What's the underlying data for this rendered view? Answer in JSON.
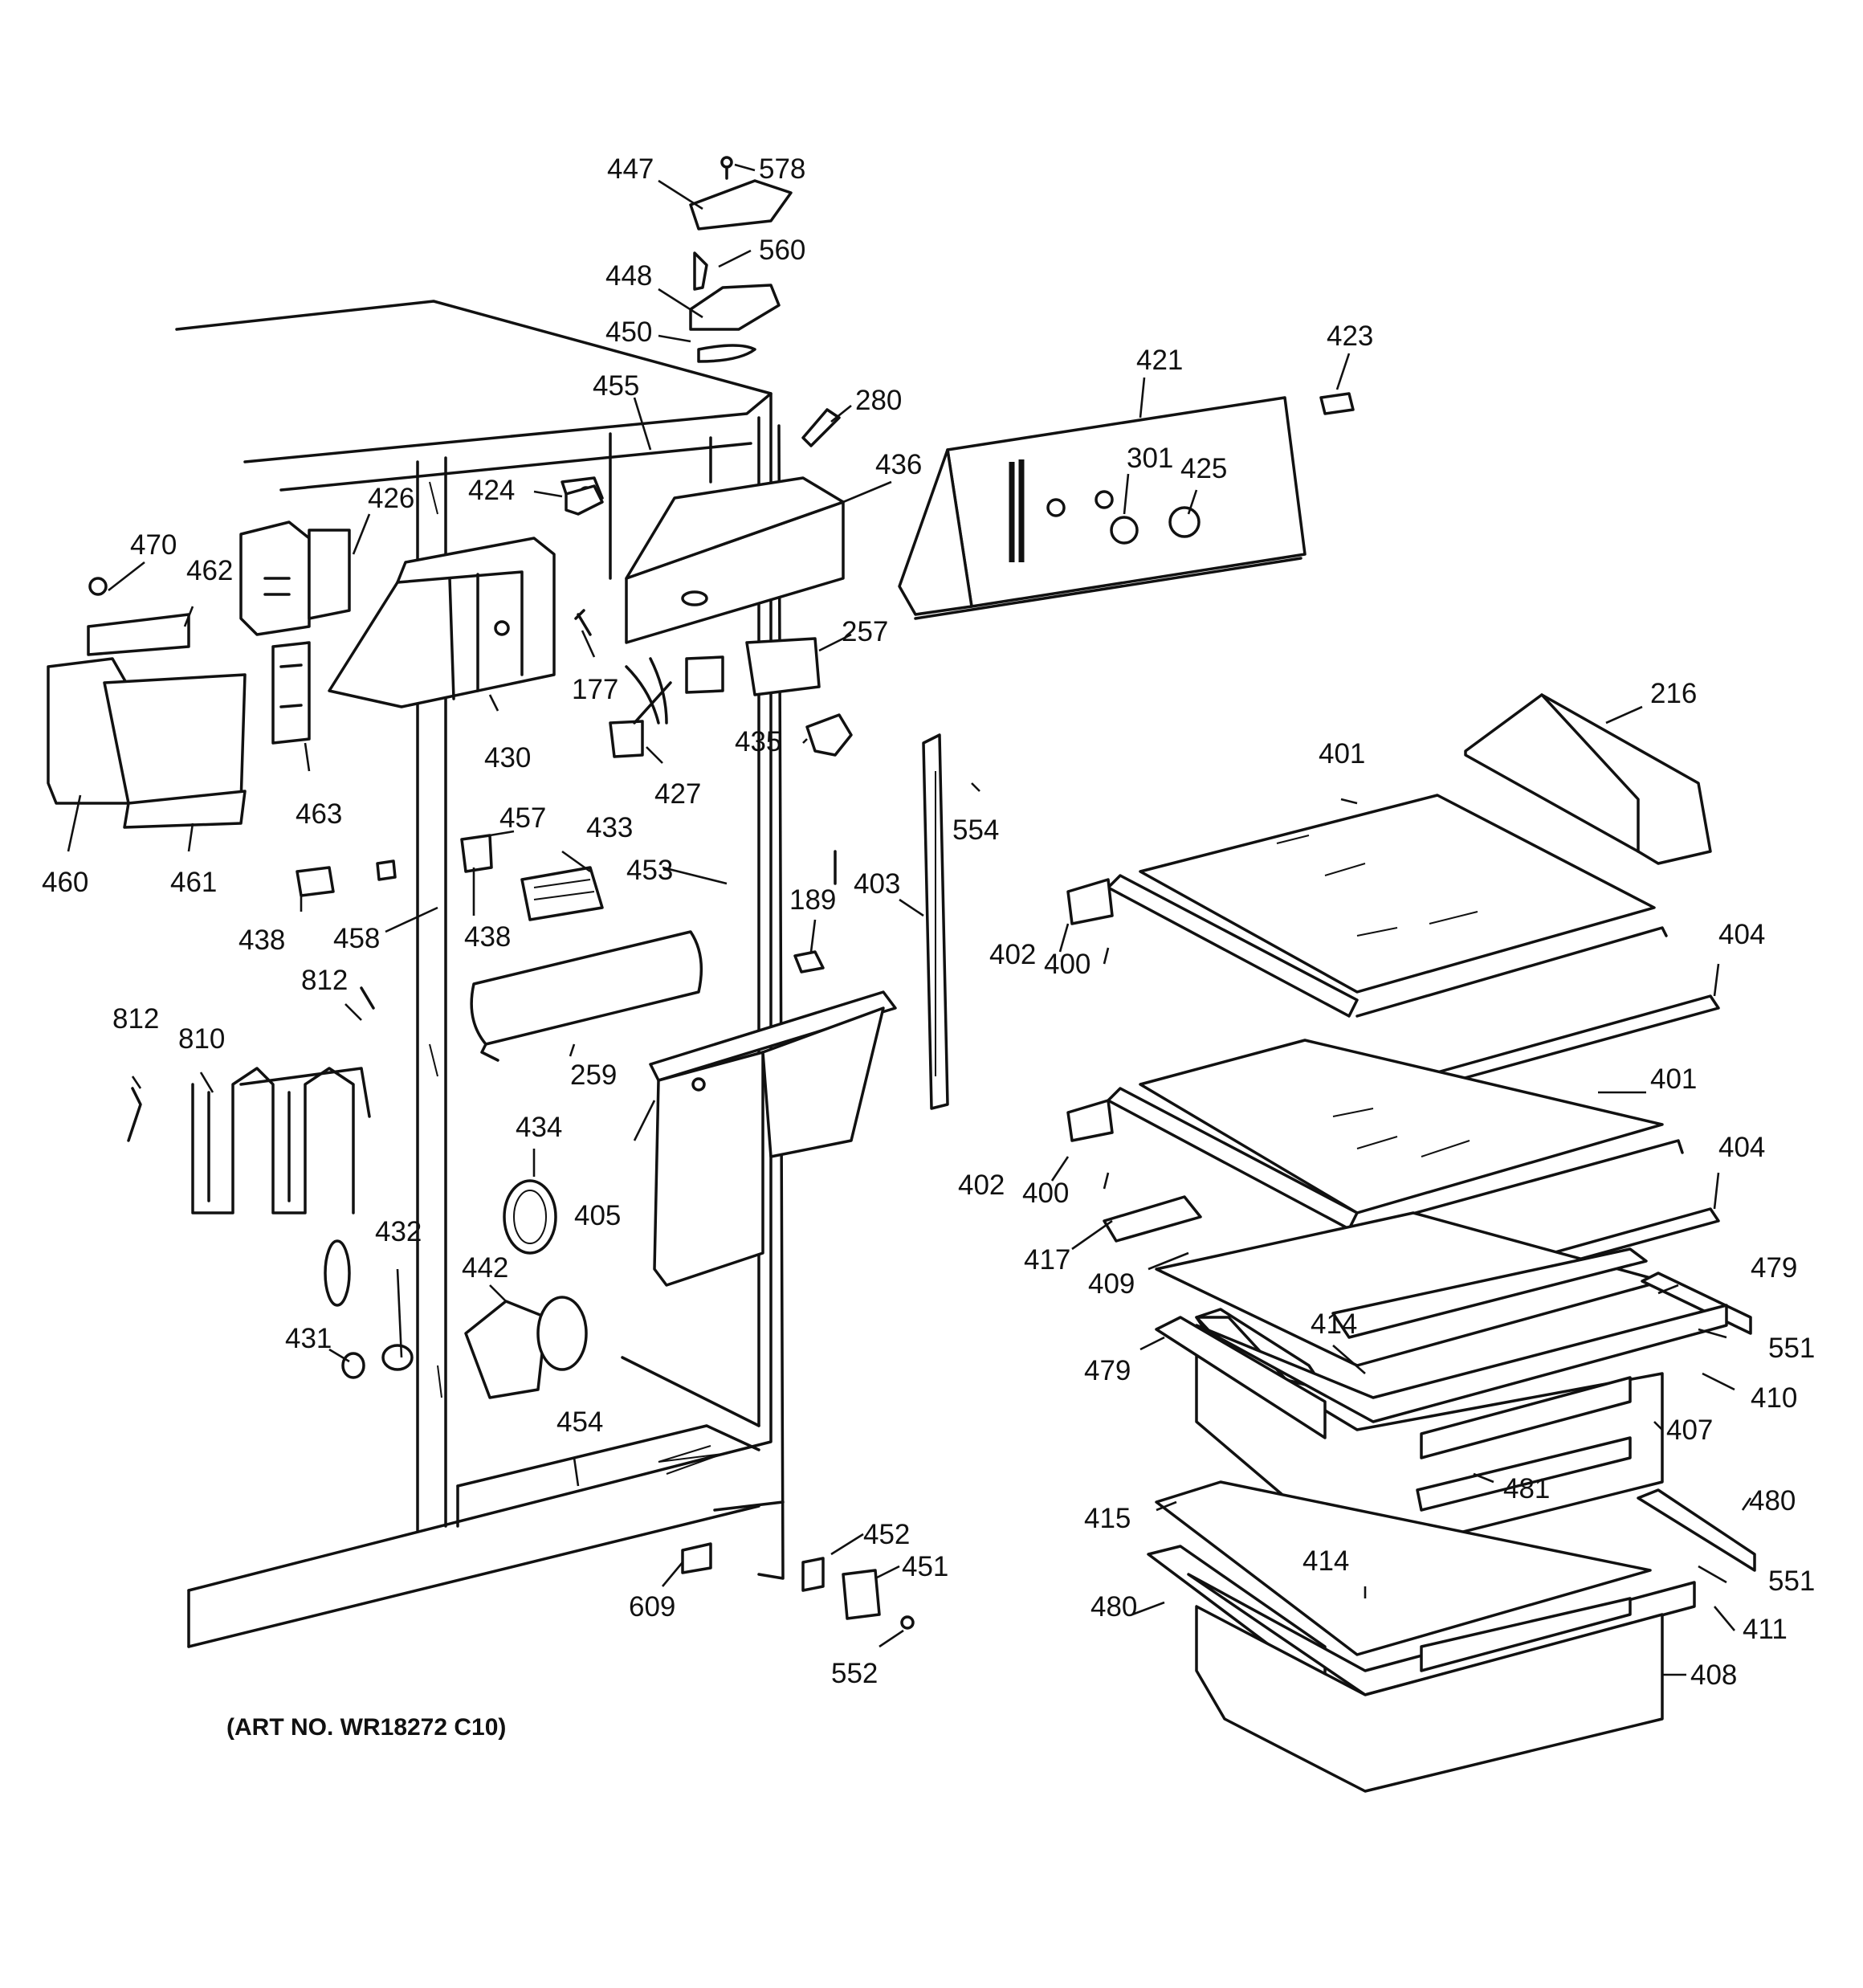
{
  "caption": "(ART NO. WR18272 C10)",
  "callouts": {
    "p447": "447",
    "p578": "578",
    "p560": "560",
    "p448": "448",
    "p450": "450",
    "p455": "455",
    "p280": "280",
    "p421": "421",
    "p423": "423",
    "p436": "436",
    "p301": "301",
    "p425": "425",
    "p424": "424",
    "p426": "426",
    "p470": "470",
    "p462": "462",
    "p177": "177",
    "p257": "257",
    "p430": "430",
    "p427": "427",
    "p435": "435",
    "p216": "216",
    "p463": "463",
    "p460": "460",
    "p461": "461",
    "p457": "457",
    "p433": "433",
    "p453": "453",
    "p554": "554",
    "p401a": "401",
    "p438a": "438",
    "p458": "458",
    "p438b": "438",
    "p189": "189",
    "p403": "403",
    "p402a": "402",
    "p400a": "400",
    "p404a": "404",
    "p812a": "812",
    "p812b": "812",
    "p810": "810",
    "p259": "259",
    "p401b": "401",
    "p434": "434",
    "p405": "405",
    "p402b": "402",
    "p400b": "400",
    "p404b": "404",
    "p432": "432",
    "p417": "417",
    "p442": "442",
    "p479a": "479",
    "p409": "409",
    "p431": "431",
    "p414a": "414",
    "p551a": "551",
    "p479b": "479",
    "p410": "410",
    "p454": "454",
    "p407": "407",
    "p481": "481",
    "p480a": "480",
    "p415": "415",
    "p452": "452",
    "p451": "451",
    "p414b": "414",
    "p551b": "551",
    "p609": "609",
    "p480b": "480",
    "p411": "411",
    "p552": "552",
    "p408": "408"
  }
}
